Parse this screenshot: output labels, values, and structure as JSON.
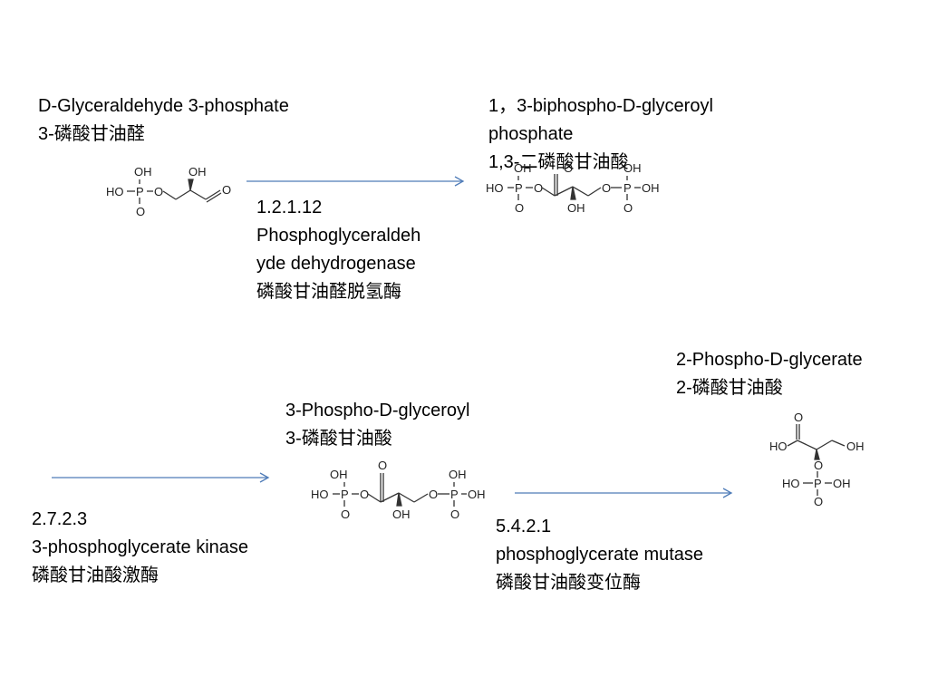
{
  "compounds": [
    {
      "name": "D-Glyceraldehyde 3-phosphate",
      "chinese": "3-磷酸甘油醛"
    },
    {
      "name_line1": "1，3-biphospho-D-glyceroyl",
      "name_line2": "phosphate",
      "chinese": "1,3-二磷酸甘油酸"
    },
    {
      "name": "3-Phospho-D-glyceroyl",
      "chinese": "3-磷酸甘油酸"
    },
    {
      "name": "2-Phospho-D-glycerate",
      "chinese": "2-磷酸甘油酸"
    }
  ],
  "enzymes": [
    {
      "ec": "1.2.1.12",
      "name_line1": "Phosphoglyceraldeh",
      "name_line2": "yde dehydrogenase",
      "chinese": "磷酸甘油醛脱氢酶"
    },
    {
      "ec": "2.7.2.3",
      "name": "3-phosphoglycerate kinase",
      "chinese": "磷酸甘油酸激酶"
    },
    {
      "ec": "5.4.2.1",
      "name": "phosphoglycerate mutase",
      "chinese": "磷酸甘油酸变位酶"
    }
  ],
  "atoms": {
    "oh": "OH",
    "ho": "HO",
    "o": "O",
    "p": "P"
  },
  "colors": {
    "arrow": "#4f7cb8",
    "bond": "#333333"
  }
}
